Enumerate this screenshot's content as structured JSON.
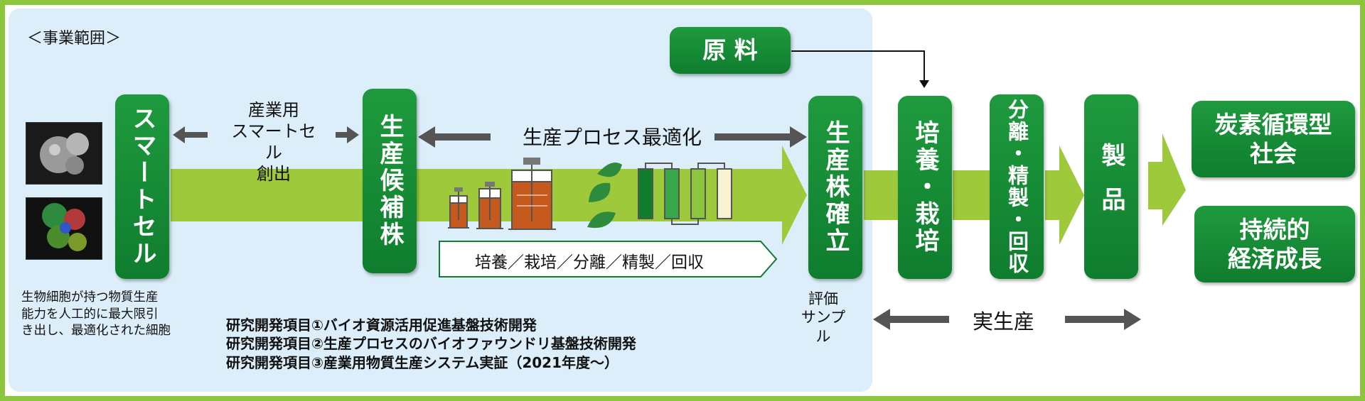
{
  "scope_label": "＜事業範囲＞",
  "boxes": {
    "smart_cell": "スマートセル",
    "candidate": "生産候補株",
    "strain": "生産株確立",
    "culture": "培養・栽培",
    "separation": "分離・精製・回収",
    "product": "製品",
    "raw": "原 料",
    "carbon_l1": "炭素循環型",
    "carbon_l2": "社会",
    "growth_l1": "持続的",
    "growth_l2": "経済成長"
  },
  "labels": {
    "industrial_l1": "産業用",
    "industrial_l2": "スマートセル",
    "industrial_l3": "創出",
    "optimization": "生産プロセス最適化",
    "process": "培養／栽培／分離／精製／回収",
    "eval_l1": "評価",
    "eval_l2": "サンプル",
    "actual": "実生産",
    "desc_l1": "生物細胞が持つ物質生産",
    "desc_l2": "能力を人工的に最大限引",
    "desc_l3": "き出し、最適化された細胞"
  },
  "projects": [
    "研究開発項目①バイオ資源活用促進基盤技術開発",
    "研究開発項目②生産プロセスのバイオファウンドリ基盤技術開発",
    "研究開発項目③産業用物質生産システム実証（2021年度～）"
  ],
  "colors": {
    "green_dark": "#0f7d2e",
    "green_light": "#9dc93b",
    "scope_bg": "#dbeef9",
    "frame": "#8cc63f",
    "arrow_gray": "#555555"
  }
}
